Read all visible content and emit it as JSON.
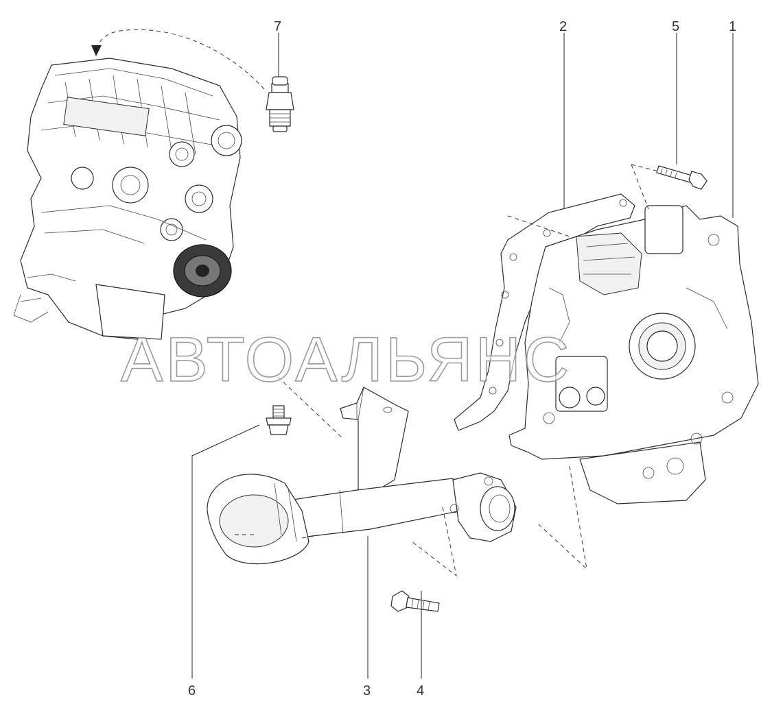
{
  "diagram": {
    "callouts": [
      {
        "id": "callout-1",
        "label": "1"
      },
      {
        "id": "callout-2",
        "label": "2"
      },
      {
        "id": "callout-3",
        "label": "3"
      },
      {
        "id": "callout-4",
        "label": "4"
      },
      {
        "id": "callout-5",
        "label": "5"
      },
      {
        "id": "callout-6",
        "label": "6"
      },
      {
        "id": "callout-7",
        "label": "7"
      }
    ],
    "watermark": "АВТОАЛЬЯНС"
  }
}
